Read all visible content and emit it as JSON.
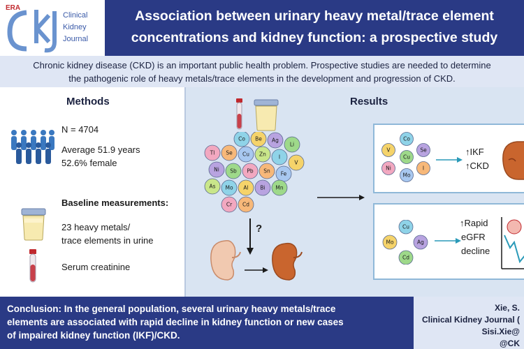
{
  "header": {
    "logo_badge": "ERA",
    "logo_monogram": "ckj",
    "logo_lines": [
      "Clinical",
      "Kidney",
      "Journal"
    ],
    "title_line1": "Association between urinary heavy metal/trace element",
    "title_line2": "concentrations and kidney function: a prospective study"
  },
  "intro": {
    "line1": "Chronic kidney disease (CKD) is an important public health problem. Prospective studies are needed to determine",
    "line2": "the pathogenic role of heavy metals/trace elements in the development and progression of CKD."
  },
  "methods": {
    "title": "Methods",
    "n": "N = 4704",
    "age": "Average 51.9 years",
    "female": "52.6% female",
    "baseline_title": "Baseline measurements:",
    "urine_line1": "23 heavy metals/",
    "urine_line2": "trace elements in urine",
    "serum": "Serum creatinine",
    "icons": [
      "people-group-icon",
      "urine-cup-icon",
      "blood-tube-icon"
    ]
  },
  "results": {
    "title": "Results",
    "question_mark": "?",
    "elements": [
      "Co",
      "Be",
      "Ag",
      "Li",
      "Tl",
      "Se",
      "Cu",
      "Zn",
      "I",
      "V",
      "Ni",
      "Sb",
      "Pb",
      "Sn",
      "Fe",
      "As",
      "Mo",
      "Al",
      "Bi",
      "Mn",
      "Cr",
      "Cd"
    ],
    "box1": {
      "elements": [
        "Co",
        "V",
        "Se",
        "Cu",
        "Ni",
        "I",
        "Mo"
      ],
      "line1": "↑IKF",
      "line2": "↑CKD"
    },
    "box2": {
      "elements": [
        "Cu",
        "Mo",
        "Ag",
        "Cd"
      ],
      "line1": "↑Rapid",
      "line2": "eGFR",
      "line3": "decline"
    },
    "colors": {
      "panel": "#d9e4f2",
      "accent": "#2a3a85",
      "kidney": "#c9652e",
      "arrow": "#2a9ab8"
    }
  },
  "conclusion": {
    "line1": "Conclusion: In the general population, several urinary heavy metals/trace",
    "line2": "elements are associated with rapid decline in kidney function or new cases",
    "line3": "of impaired kidney function (IKF)/CKD."
  },
  "citation": {
    "line1": "Xie, S.",
    "line2": "Clinical Kidney Journal (",
    "line3": "Sisi.Xie@",
    "line4": "@CK"
  }
}
